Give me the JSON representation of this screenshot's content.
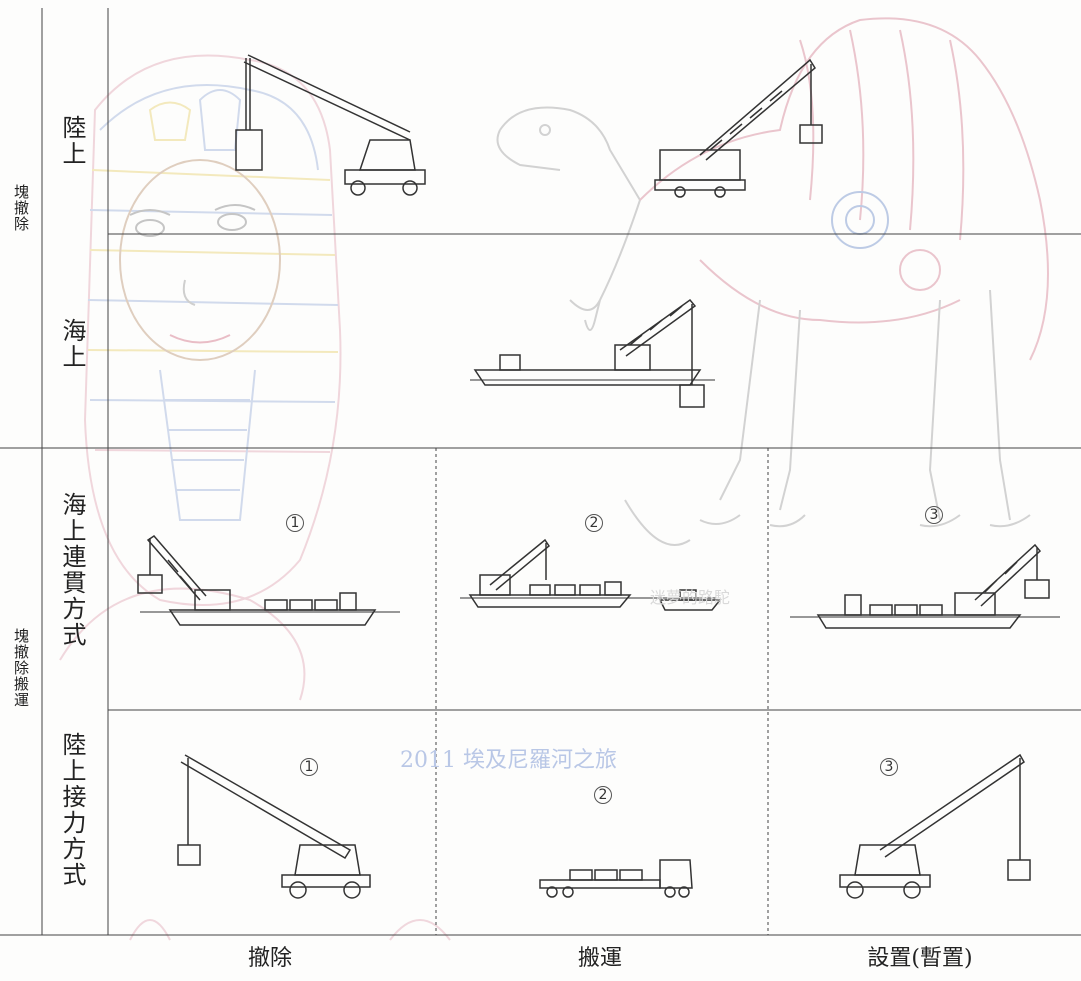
{
  "left_labels": {
    "top_group": "塊撤除",
    "bottom_group": "塊撤除搬運"
  },
  "row_labels": {
    "land": "陸上",
    "sea": "海上",
    "sea_continuous": "海上連貫方式",
    "land_relay": "陸上接力方式"
  },
  "column_headers": {
    "remove": "撤除",
    "transport": "搬運",
    "install": "設置(暫置)"
  },
  "step_numbers": {
    "s1": "1",
    "s2": "2",
    "s3": "3"
  },
  "watermark_text": "2011 埃及尼羅河之旅",
  "faint_caption": "迷夢的路駝",
  "colors": {
    "line": "#333333",
    "watermark": "#b9c7e6",
    "sketch_pink": "#e6b8c2",
    "sketch_yellow": "#ecd98a",
    "sketch_blue": "#aebfe0",
    "sketch_grey": "#c8c8c8"
  }
}
